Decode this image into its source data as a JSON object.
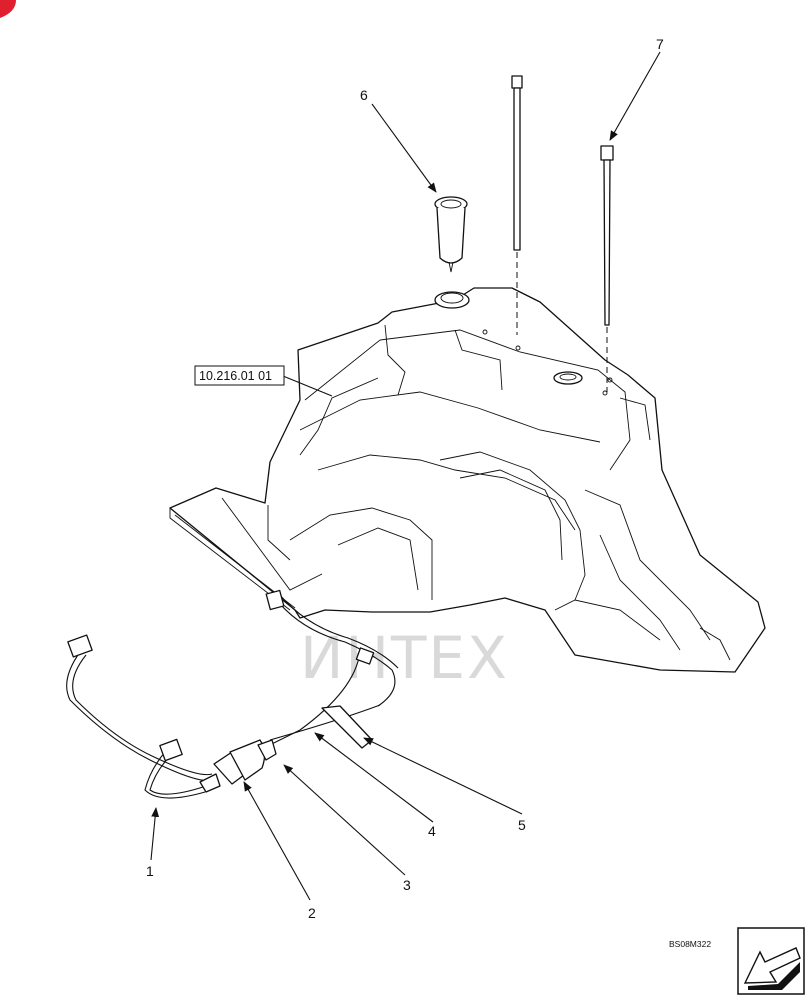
{
  "reference_label": "10.216.01 01",
  "callouts": [
    "1",
    "2",
    "3",
    "4",
    "5",
    "6",
    "7"
  ],
  "drawing_code": "BS08M322",
  "watermark_text": "ИНТЕХ",
  "colors": {
    "line": "#111111",
    "watermark": "#f2b4b4",
    "corner_mark": "#e0202e"
  },
  "icons": [
    "corner-mark-icon",
    "next-page-arrow-icon"
  ]
}
